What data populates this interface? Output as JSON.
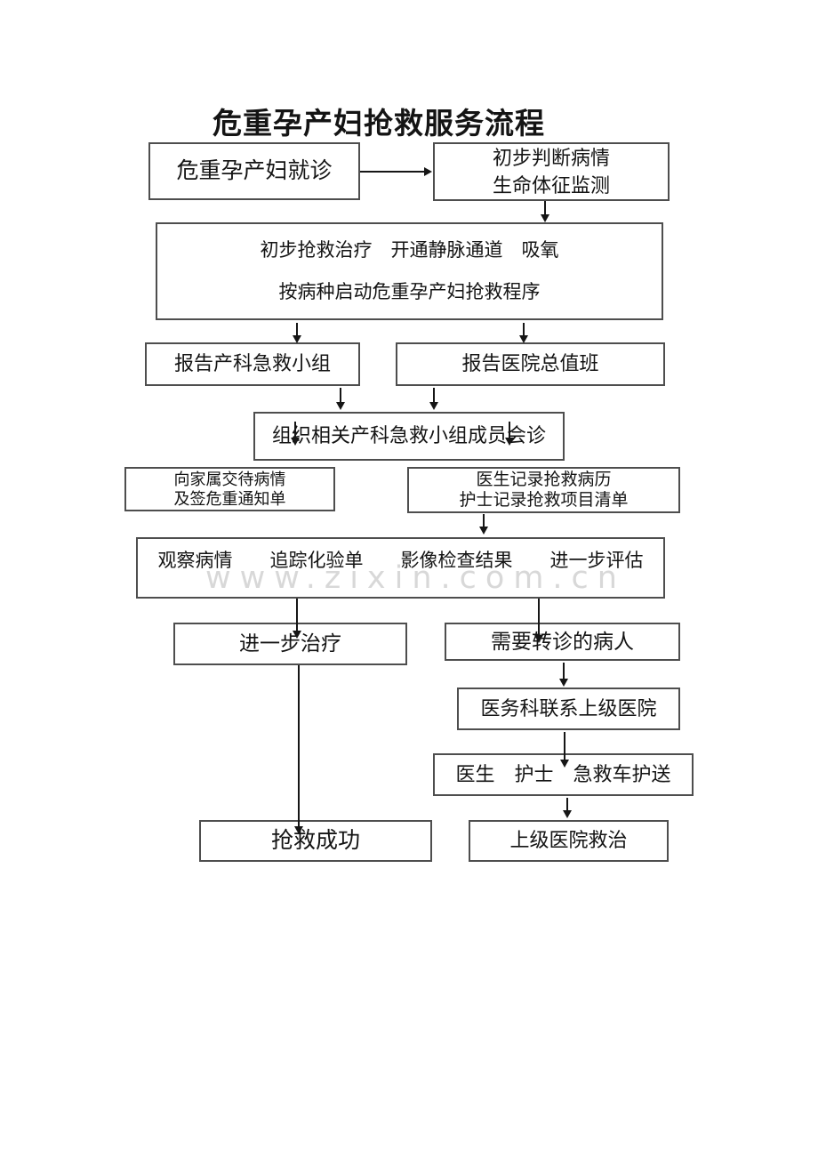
{
  "page": {
    "title": "危重孕产妇抢救服务流程",
    "watermark": "www.zixin.com.cn"
  },
  "nodes": {
    "patient_visit": {
      "label": "危重孕产妇就诊"
    },
    "initial_assessment": {
      "line1": "初步判断病情",
      "line2": "生命体征监测"
    },
    "initial_rescue": {
      "line1": "初步抢救治疗　开通静脉通道　吸氧",
      "line2": "按病种启动危重孕产妇抢救程序"
    },
    "report_obstetric_team": {
      "label": "报告产科急救小组"
    },
    "report_hospital_duty": {
      "label": "报告医院总值班"
    },
    "organize_consultation": {
      "label": "组织相关产科急救小组成员会诊"
    },
    "inform_family": {
      "line1": "向家属交待病情",
      "line2": "及签危重通知单"
    },
    "rescue_records": {
      "line1": "医生记录抢救病历",
      "line2": "护士记录抢救项目清单"
    },
    "observe_evaluate": {
      "label": "观察病情　　追踪化验单　　影像检查结果　　进一步评估"
    },
    "further_treatment": {
      "label": "进一步治疗"
    },
    "transfer_patient": {
      "label": "需要转诊的病人"
    },
    "contact_superior_hospital": {
      "label": "医务科联系上级医院"
    },
    "escort": {
      "label": "医生　护士　急救车护送"
    },
    "rescue_success": {
      "label": "抢救成功"
    },
    "superior_hospital_treatment": {
      "label": "上级医院救治"
    }
  }
}
